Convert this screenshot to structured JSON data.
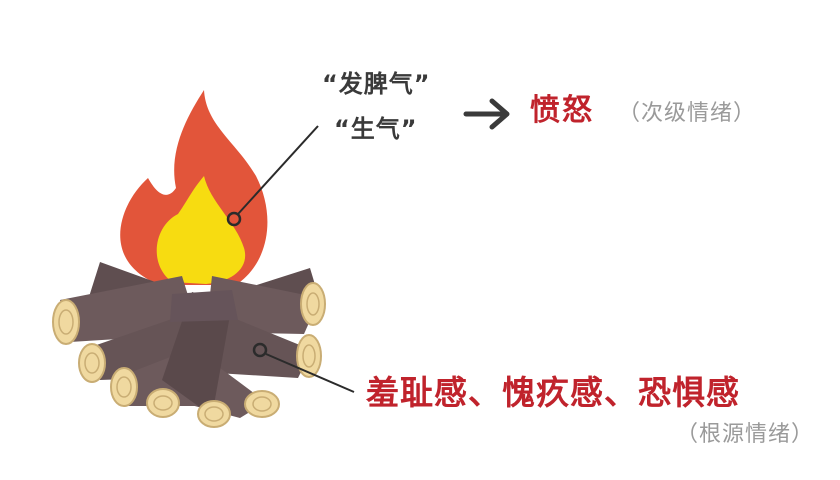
{
  "labels": {
    "fire_quote_1": "“发脾气”",
    "fire_quote_2": "“生气”",
    "secondary_emotion": "愤怒",
    "secondary_note": "（次级情绪）",
    "root_emotions": "羞耻感、愧疚感、恐惧感",
    "root_note": "（根源情绪）"
  },
  "icons": {
    "flame": "flame-icon",
    "logs": "log-pile-icon",
    "arrow": "arrow-right-icon"
  },
  "colors": {
    "flame_outer": "#e2553a",
    "flame_inner": "#f7dc11",
    "log_body": "#6d5a5c",
    "log_end": "#f0d9a0",
    "accent_red": "#c0232c",
    "note_gray": "#9a9a9a",
    "quote_text": "#3a3a3a"
  }
}
